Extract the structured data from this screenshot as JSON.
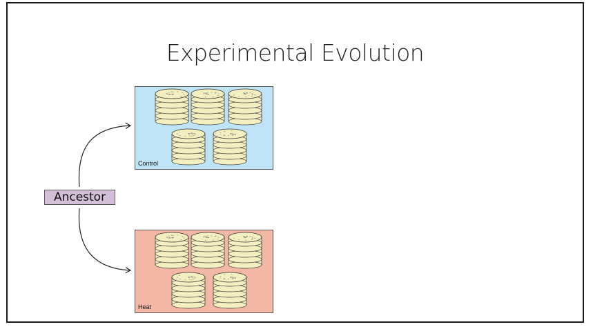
{
  "title": "Experimental Evolution",
  "ancestor_label": "Ancestor",
  "groups": [
    {
      "label": "Control",
      "color": "#bfe4f7"
    },
    {
      "label": "Heat",
      "color": "#f3b7a5"
    }
  ],
  "colors": {
    "dish_fill": "#f4efc0",
    "dish_stroke": "#333333",
    "ancestor_fill": "#d4bfd8"
  }
}
